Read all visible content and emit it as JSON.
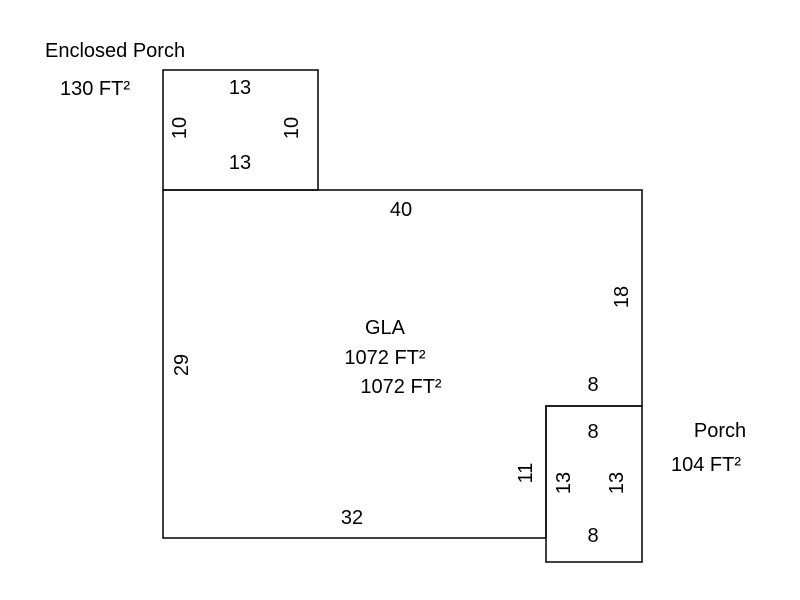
{
  "areas": {
    "enclosed_porch": {
      "name": "Enclosed Porch",
      "area": "130 FT²",
      "dims": {
        "top": "13",
        "bottom": "13",
        "left": "10",
        "right": "10"
      }
    },
    "gla": {
      "name": "GLA",
      "area_1": "1072 FT²",
      "area_2": "1072 FT²",
      "dims": {
        "top": "40",
        "right": "18",
        "left": "29",
        "bottom": "32",
        "step_top": "8",
        "step_side": "11"
      }
    },
    "porch": {
      "name": "Porch",
      "area": "104 FT²",
      "dims": {
        "top": "8",
        "bottom": "8",
        "left": "13",
        "right": "13"
      }
    }
  },
  "colors": {
    "line": "#000000",
    "background": "#ffffff"
  }
}
